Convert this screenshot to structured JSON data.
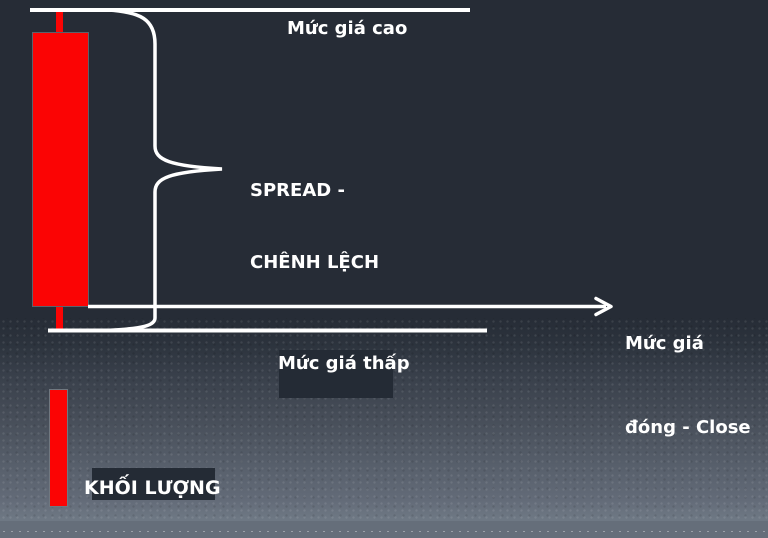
{
  "diagram": {
    "high_label": "Mức giá cao",
    "spread_label_line1": "SPREAD -",
    "spread_label_line2": "CHÊNH LỆCH",
    "close_label_line1": "Mức giá",
    "close_label_line2": "đóng - Close",
    "low_label": "Mức giá thấp",
    "volume_label": "KHỐI LƯỢNG"
  },
  "colors": {
    "candle": "#fb0404",
    "line": "#ffffff",
    "background_top": "#262c36",
    "background_bottom": "#6e7884",
    "label_box": "#242b35"
  }
}
